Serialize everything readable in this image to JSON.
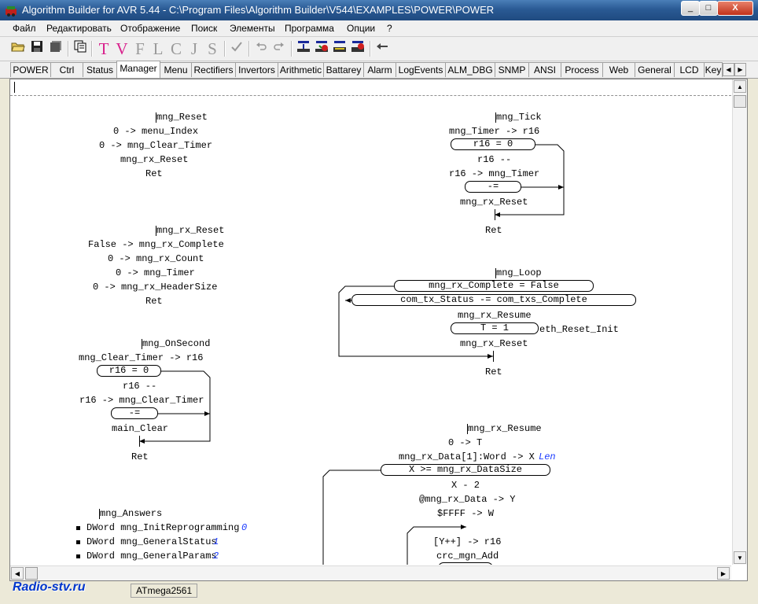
{
  "window": {
    "title": "Algorithm Builder for AVR 5.44 - C:\\Program Files\\Algorithm Builder\\V544\\EXAMPLES\\POWER\\POWER",
    "controls": {
      "minimize": "_",
      "maximize": "□",
      "close": "X"
    }
  },
  "menu": [
    "Файл",
    "Редактировать",
    "Отображение",
    "Поиск",
    "Элементы",
    "Программа",
    "Опции",
    "?"
  ],
  "toolbar": {
    "letters": [
      "T",
      "V",
      "F",
      "L",
      "C",
      "J",
      "S"
    ],
    "icons": [
      "open-icon",
      "save-icon",
      "save-all-icon",
      "copy-window-icon",
      "check-icon",
      "undo-icon",
      "redo-icon",
      "compile-icon",
      "compile-run-icon",
      "program-icon",
      "program-run-icon",
      "back-arrow-icon"
    ]
  },
  "tabs": [
    "POWER",
    "Ctrl",
    "Status",
    "Manager",
    "Menu",
    "Rectifiers",
    "Invertors",
    "Arithmetic",
    "Battarey",
    "Alarm",
    "LogEvents",
    "ALM_DBG",
    "SNMP",
    "ANSI",
    "Process",
    "Web",
    "General",
    "LCD",
    "Key"
  ],
  "active_tab": "Manager",
  "program": {
    "mng_reset": {
      "label": "mng_Reset",
      "lines": [
        "0 -> menu_Index",
        "0 -> mng_Clear_Timer",
        "mng_rx_Reset",
        "Ret"
      ]
    },
    "mng_rx_reset": {
      "label": "mng_rx_Reset",
      "lines": [
        "False -> mng_rx_Complete",
        "0 -> mng_rx_Count",
        "0 -> mng_Timer",
        "0 -> mng_rx_HeaderSize",
        "Ret"
      ]
    },
    "mng_onsecond": {
      "label": "mng_OnSecond",
      "line1": "mng_Clear_Timer -> r16",
      "cond1": "r16 = 0",
      "line2": "r16 --",
      "line3": "r16 -> mng_Clear_Timer",
      "cond2": "-=",
      "line4": "main_Clear",
      "ret": "Ret"
    },
    "mng_answers": {
      "label": "mng_Answers",
      "items": [
        {
          "text": "DWord mng_InitReprogramming",
          "comment": "0"
        },
        {
          "text": "DWord mng_GeneralStatus",
          "comment": "1"
        },
        {
          "text": "DWord mng_GeneralParams",
          "comment": "2"
        }
      ]
    },
    "mng_tick": {
      "label": "mng_Tick",
      "line1": "mng_Timer -> r16",
      "cond1": "r16 = 0",
      "line2": "r16 --",
      "line3": "r16 -> mng_Timer",
      "cond2": "-=",
      "line4": "mng_rx_Reset",
      "ret": "Ret"
    },
    "mng_loop": {
      "label": "mng_Loop",
      "cond1": "mng_rx_Complete = False",
      "cond2": "com_tx_Status -= com_txs_Complete",
      "line1": "mng_rx_Resume",
      "cond3": "T = 1",
      "jump": "eth_Reset_Init",
      "line2": "mng_rx_Reset",
      "ret": "Ret"
    },
    "mng_rx_resume": {
      "label": "mng_rx_Resume",
      "line1": "0 -> T",
      "line2": "mng_rx_Data[1]:Word -> X",
      "comment": "Len",
      "cond1": "X >= mng_rx_DataSize",
      "line3": "X - 2",
      "line4": "@mng_rx_Data -> Y",
      "line5": "$FFFF -> W",
      "line6": "[Y++] -> r16",
      "line7": "crc_mgn_Add"
    }
  },
  "status": {
    "watermark": "Radio-stv.ru",
    "device": "ATmega2561"
  }
}
